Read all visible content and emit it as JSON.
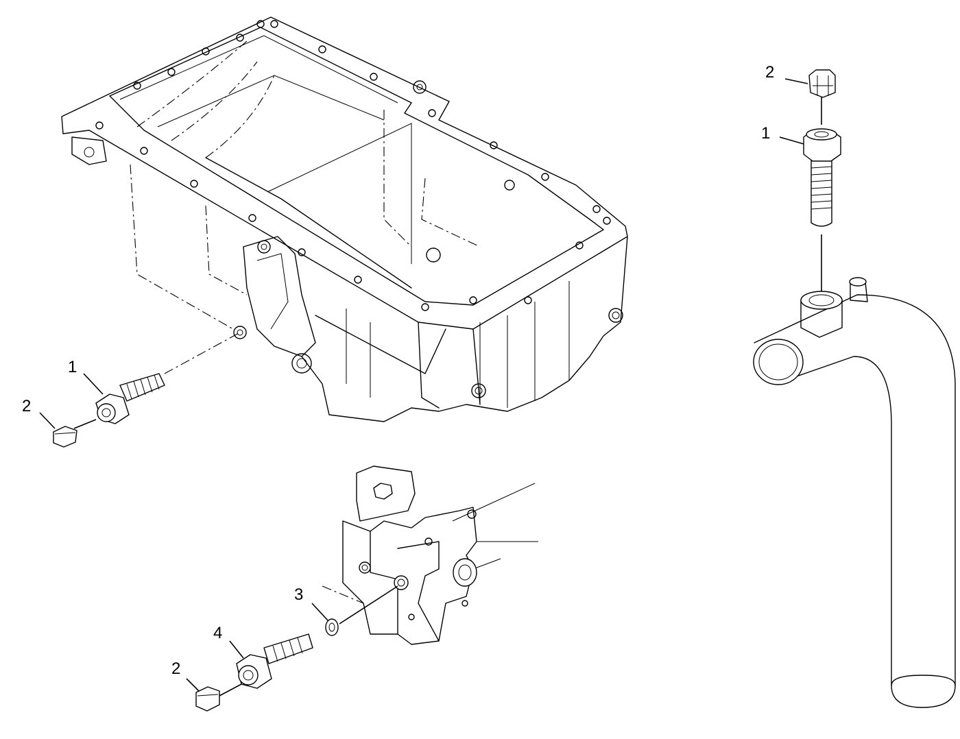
{
  "callouts": {
    "pan_plug_1": "1",
    "pan_cap_2": "2",
    "tube_cap_2": "2",
    "tube_plug_1": "1",
    "block_washer_3": "3",
    "block_plug_4": "4",
    "block_cap_2": "2"
  },
  "colors": {
    "line": "#000000",
    "background": "#ffffff"
  }
}
